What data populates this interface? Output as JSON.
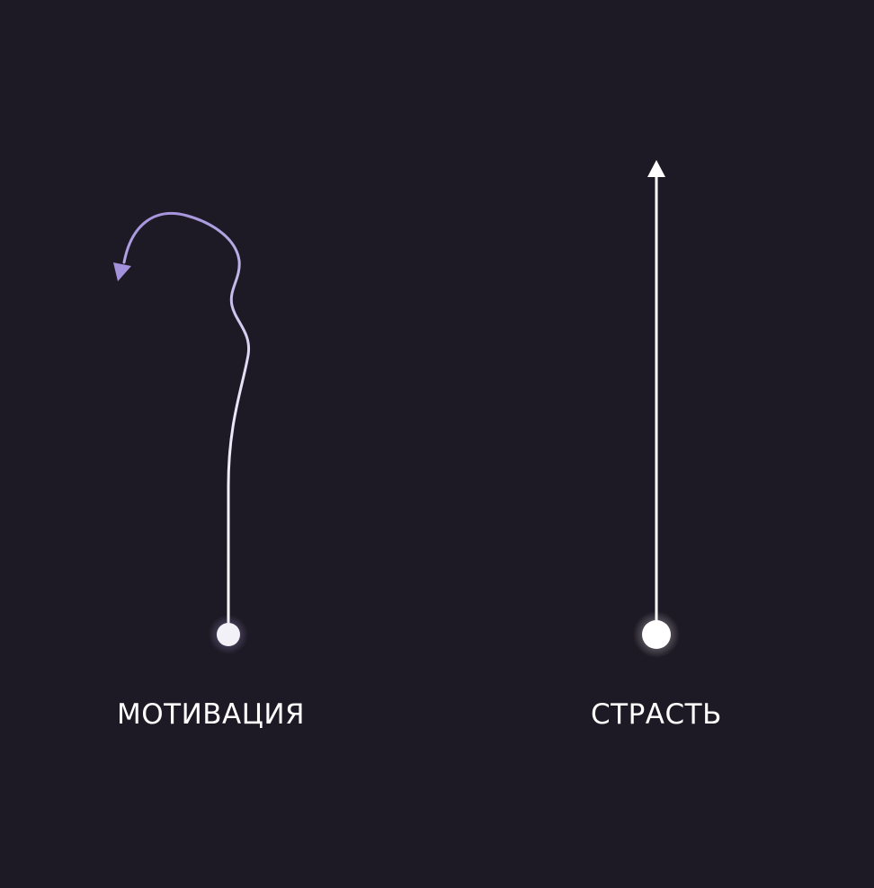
{
  "diagram": {
    "motivation": {
      "label": "МОТИВАЦИЯ",
      "line_color_start": "#ffffff",
      "line_color_end": "#a391dc",
      "description_icon": "wavy-arrow-turning-back"
    },
    "passion": {
      "label": "СТРАСТЬ",
      "line_color": "#ffffff",
      "description_icon": "straight-arrow-up"
    },
    "colors": {
      "background": "#1e1a25",
      "accent": "#a391dc",
      "text": "#ffffff",
      "dot": "#f3f1f8"
    }
  }
}
